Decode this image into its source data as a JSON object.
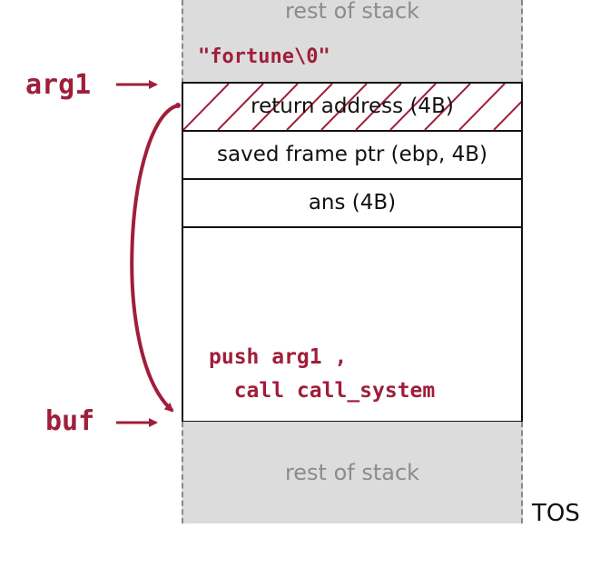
{
  "stack": {
    "top_rest_label": "rest of stack",
    "bottom_rest_label": "rest of stack",
    "string_literal": "\"fortune\\0\"",
    "cells": {
      "return_address": "return address (4B)",
      "saved_frame_ptr": "saved frame ptr (ebp, 4B)",
      "ans": "ans (4B)"
    },
    "buf_code_line1": "push arg1 ,",
    "buf_code_line2": "  call call_system"
  },
  "labels": {
    "arg1": "arg1",
    "buf": "buf",
    "tos": "TOS"
  },
  "colors": {
    "annotation": "#a01e3a",
    "stack_fill": "#dcdcdc",
    "outline": "#111111"
  },
  "icons": [
    "arrow-right-icon",
    "curved-arrow-icon",
    "hatch-pattern"
  ]
}
